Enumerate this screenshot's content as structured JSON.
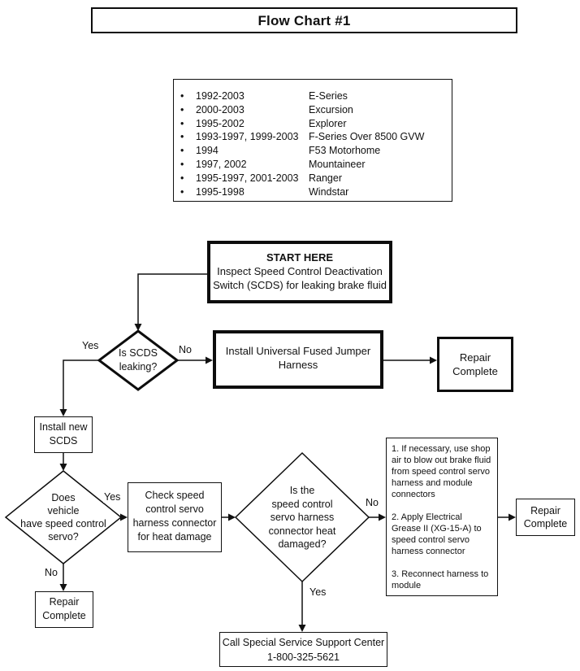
{
  "title": "Flow Chart #1",
  "colors": {
    "ink": "#111111",
    "background": "#ffffff"
  },
  "vehicles": {
    "bullet_char": "•",
    "items": [
      {
        "years": "1992-2003",
        "model": "E-Series"
      },
      {
        "years": "2000-2003",
        "model": "Excursion"
      },
      {
        "years": "1995-2002",
        "model": "Explorer"
      },
      {
        "years": "1993-1997, 1999-2003",
        "model": "F-Series Over 8500 GVW"
      },
      {
        "years": "1994",
        "model": "F53 Motorhome"
      },
      {
        "years": "1997, 2002",
        "model": "Mountaineer"
      },
      {
        "years": "1995-1997, 2001-2003",
        "model": "Ranger"
      },
      {
        "years": "1995-1998",
        "model": "Windstar"
      }
    ]
  },
  "flow": {
    "start": {
      "heading": "START HERE",
      "lines": [
        "Inspect Speed Control Deactivation",
        "Switch (SCDS) for leaking brake fluid"
      ]
    },
    "decision_scds_leaking": {
      "lines": [
        "Is SCDS",
        "leaking?"
      ]
    },
    "install_jumper": {
      "lines": [
        "Install Universal Fused Jumper",
        "Harness"
      ]
    },
    "repair_complete_top": {
      "lines": [
        "Repair",
        "Complete"
      ]
    },
    "install_new_scds": {
      "lines": [
        "Install new",
        "SCDS"
      ]
    },
    "decision_servo": {
      "lines": [
        "Does",
        "vehicle",
        "have speed control",
        "servo?"
      ]
    },
    "repair_complete_left": {
      "lines": [
        "Repair",
        "Complete"
      ]
    },
    "check_harness": {
      "lines": [
        "Check speed",
        "control servo",
        "harness connector",
        "for heat damage"
      ]
    },
    "decision_heat_damage": {
      "lines": [
        "Is the",
        "speed control",
        "servo harness",
        "connector heat",
        "damaged?"
      ]
    },
    "instructions": {
      "steps": [
        "1. If necessary, use shop air to blow out brake fluid from speed control servo harness and module connectors",
        "2.  Apply Electrical Grease II (XG-15-A) to speed control servo harness connector",
        "3. Reconnect harness to module"
      ]
    },
    "repair_complete_right": {
      "lines": [
        "Repair",
        "Complete"
      ]
    },
    "call_center": {
      "lines": [
        "Call Special Service Support Center",
        "1-800-325-5621"
      ]
    },
    "labels": {
      "yes": "Yes",
      "no": "No"
    }
  }
}
